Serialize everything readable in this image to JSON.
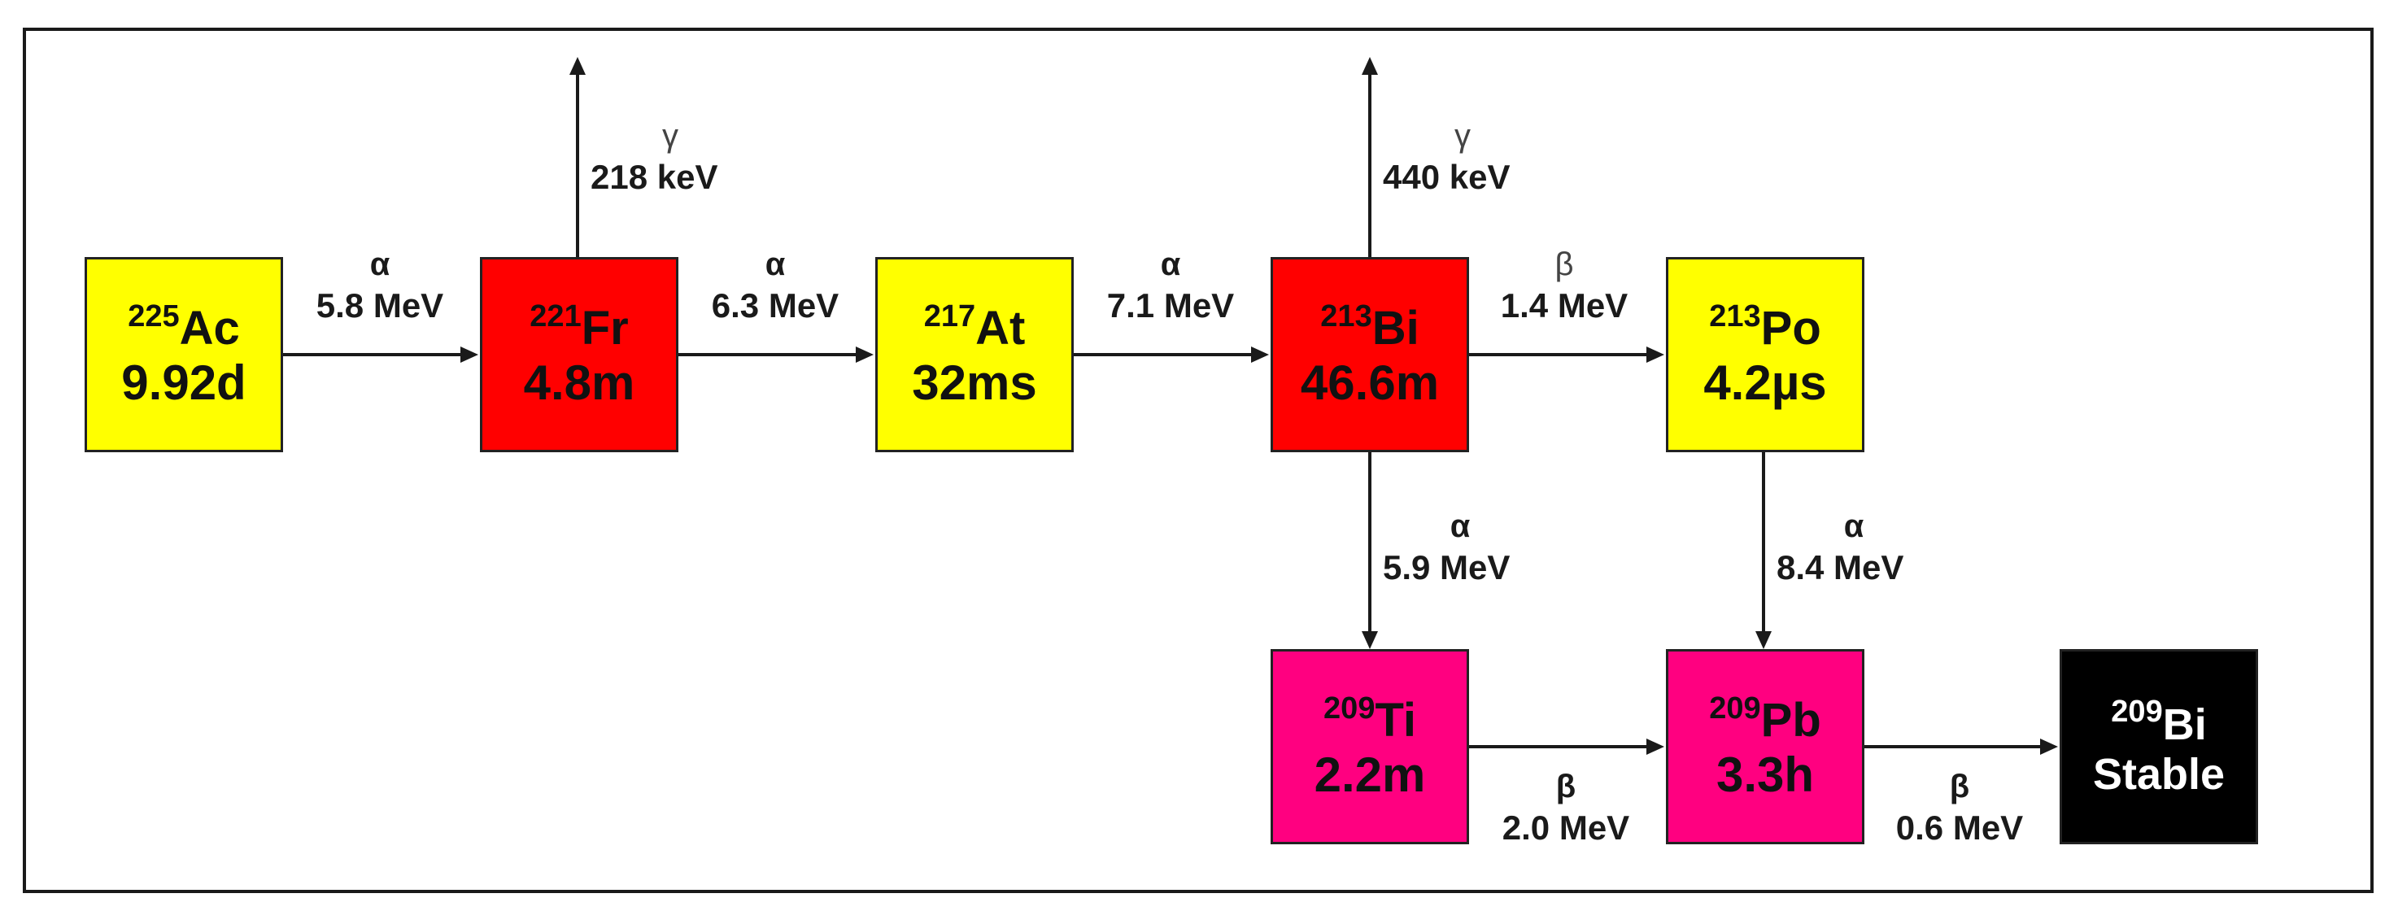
{
  "colors": {
    "long_lived": "#ffff00",
    "gamma_emitter": "#ff0000",
    "daughter": "#ff0080",
    "stable": "#000000",
    "arrow": "#1a1a1a"
  },
  "nodes": {
    "ac225": {
      "mass": "225",
      "symbol": "Ac",
      "half_life": "9.92d"
    },
    "fr221": {
      "mass": "221",
      "symbol": "Fr",
      "half_life": "4.8m"
    },
    "at217": {
      "mass": "217",
      "symbol": "At",
      "half_life": "32ms"
    },
    "bi213": {
      "mass": "213",
      "symbol": "Bi",
      "half_life": "46.6m"
    },
    "po213": {
      "mass": "213",
      "symbol": "Po",
      "half_life": "4.2µs"
    },
    "ti209": {
      "mass": "209",
      "symbol": "Ti",
      "half_life": "2.2m"
    },
    "pb209": {
      "mass": "209",
      "symbol": "Pb",
      "half_life": "3.3h"
    },
    "bi209": {
      "mass": "209",
      "symbol": "Bi",
      "half_life": "Stable"
    }
  },
  "decays": {
    "ac_fr": {
      "mode": "α",
      "energy": "5.8 MeV"
    },
    "fr_at": {
      "mode": "α",
      "energy": "6.3 MeV"
    },
    "at_bi": {
      "mode": "α",
      "energy": "7.1 MeV"
    },
    "bi_po": {
      "mode": "β",
      "energy": "1.4 MeV"
    },
    "bi_ti": {
      "mode": "α",
      "energy": "5.9 MeV"
    },
    "po_pb": {
      "mode": "α",
      "energy": "8.4 MeV"
    },
    "ti_pb": {
      "mode": "β",
      "energy": "2.0 MeV"
    },
    "pb_bi": {
      "mode": "β",
      "energy": "0.6 MeV"
    }
  },
  "gammas": {
    "fr221": {
      "mode": "γ",
      "energy": "218 keV"
    },
    "bi213": {
      "mode": "γ",
      "energy": "440 keV"
    }
  }
}
